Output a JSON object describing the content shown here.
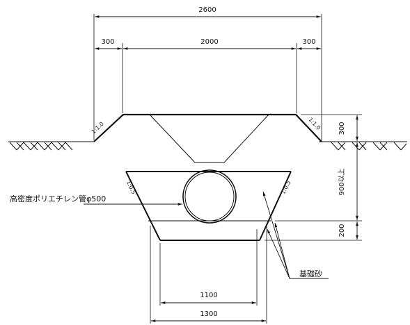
{
  "dimensions": {
    "total_width": "2600",
    "left_shoulder": "300",
    "top_width": "2000",
    "right_shoulder": "300",
    "cover_height": "300",
    "depth": "900以上",
    "bed_thickness": "200",
    "bottom_inner": "1100",
    "bottom_outer": "1300"
  },
  "slopes": {
    "embankment_left": "1:1.0",
    "embankment_right": "1:1.0",
    "trench_left": "1:0.5",
    "trench_right": "1:0.5"
  },
  "labels": {
    "pipe": "高密度ポリエチレン管φ500",
    "foundation_sand": "基礎砂"
  }
}
